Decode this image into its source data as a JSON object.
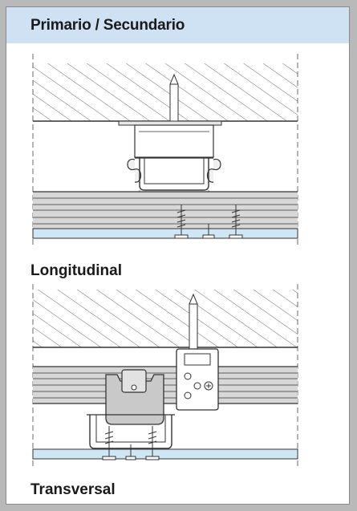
{
  "header": {
    "title": "Primario / Secundario"
  },
  "sections": [
    {
      "label": "Longitudinal"
    },
    {
      "label": "Transversal"
    }
  ],
  "colors": {
    "header_bg": "#cfe2f3",
    "board_blue": "#cfe6f5",
    "profile_grey": "#d7d7d7",
    "line": "#333333"
  }
}
